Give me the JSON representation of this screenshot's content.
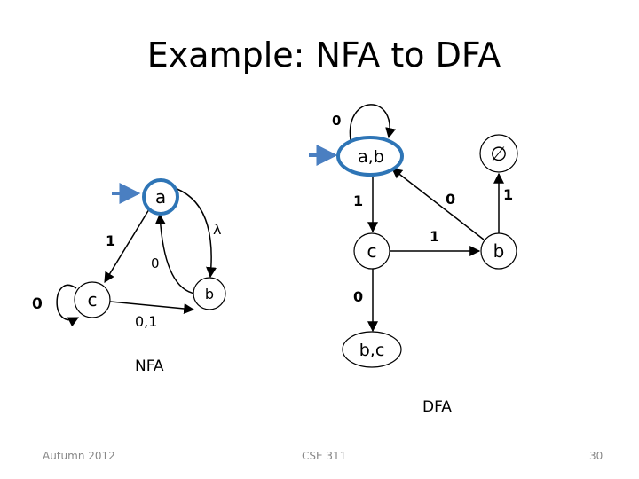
{
  "slide": {
    "title": "Example: NFA to DFA",
    "footer_left": "Autumn 2012",
    "footer_center": "CSE 311",
    "footer_right": "30"
  },
  "nfa": {
    "caption": "NFA",
    "states": [
      "a",
      "c",
      "b"
    ],
    "start_state": "a",
    "transitions": [
      {
        "from": "a",
        "to": "c",
        "label": "1"
      },
      {
        "from": "a",
        "to": "b",
        "label": "λ"
      },
      {
        "from": "b",
        "to": "a",
        "label": "0"
      },
      {
        "from": "c",
        "to": "c",
        "label": "0"
      },
      {
        "from": "c",
        "to": "b",
        "label": "0,1"
      }
    ]
  },
  "dfa": {
    "caption": "DFA",
    "states": [
      "a,b",
      "∅",
      "c",
      "b",
      "b,c"
    ],
    "start_state": "a,b",
    "transitions": [
      {
        "from": "a,b",
        "to": "a,b",
        "label": "0"
      },
      {
        "from": "a,b",
        "to": "c",
        "label": "1"
      },
      {
        "from": "b",
        "to": "a,b",
        "label": "0"
      },
      {
        "from": "b",
        "to": "∅",
        "label": "1"
      },
      {
        "from": "c",
        "to": "b",
        "label": "1"
      },
      {
        "from": "c",
        "to": "b,c",
        "label": "0"
      }
    ]
  },
  "colors": {
    "start_state_ring": "#2e75b6",
    "start_arrow": "#4a7fc1",
    "edge": "#000000",
    "footer_text": "#888888"
  }
}
